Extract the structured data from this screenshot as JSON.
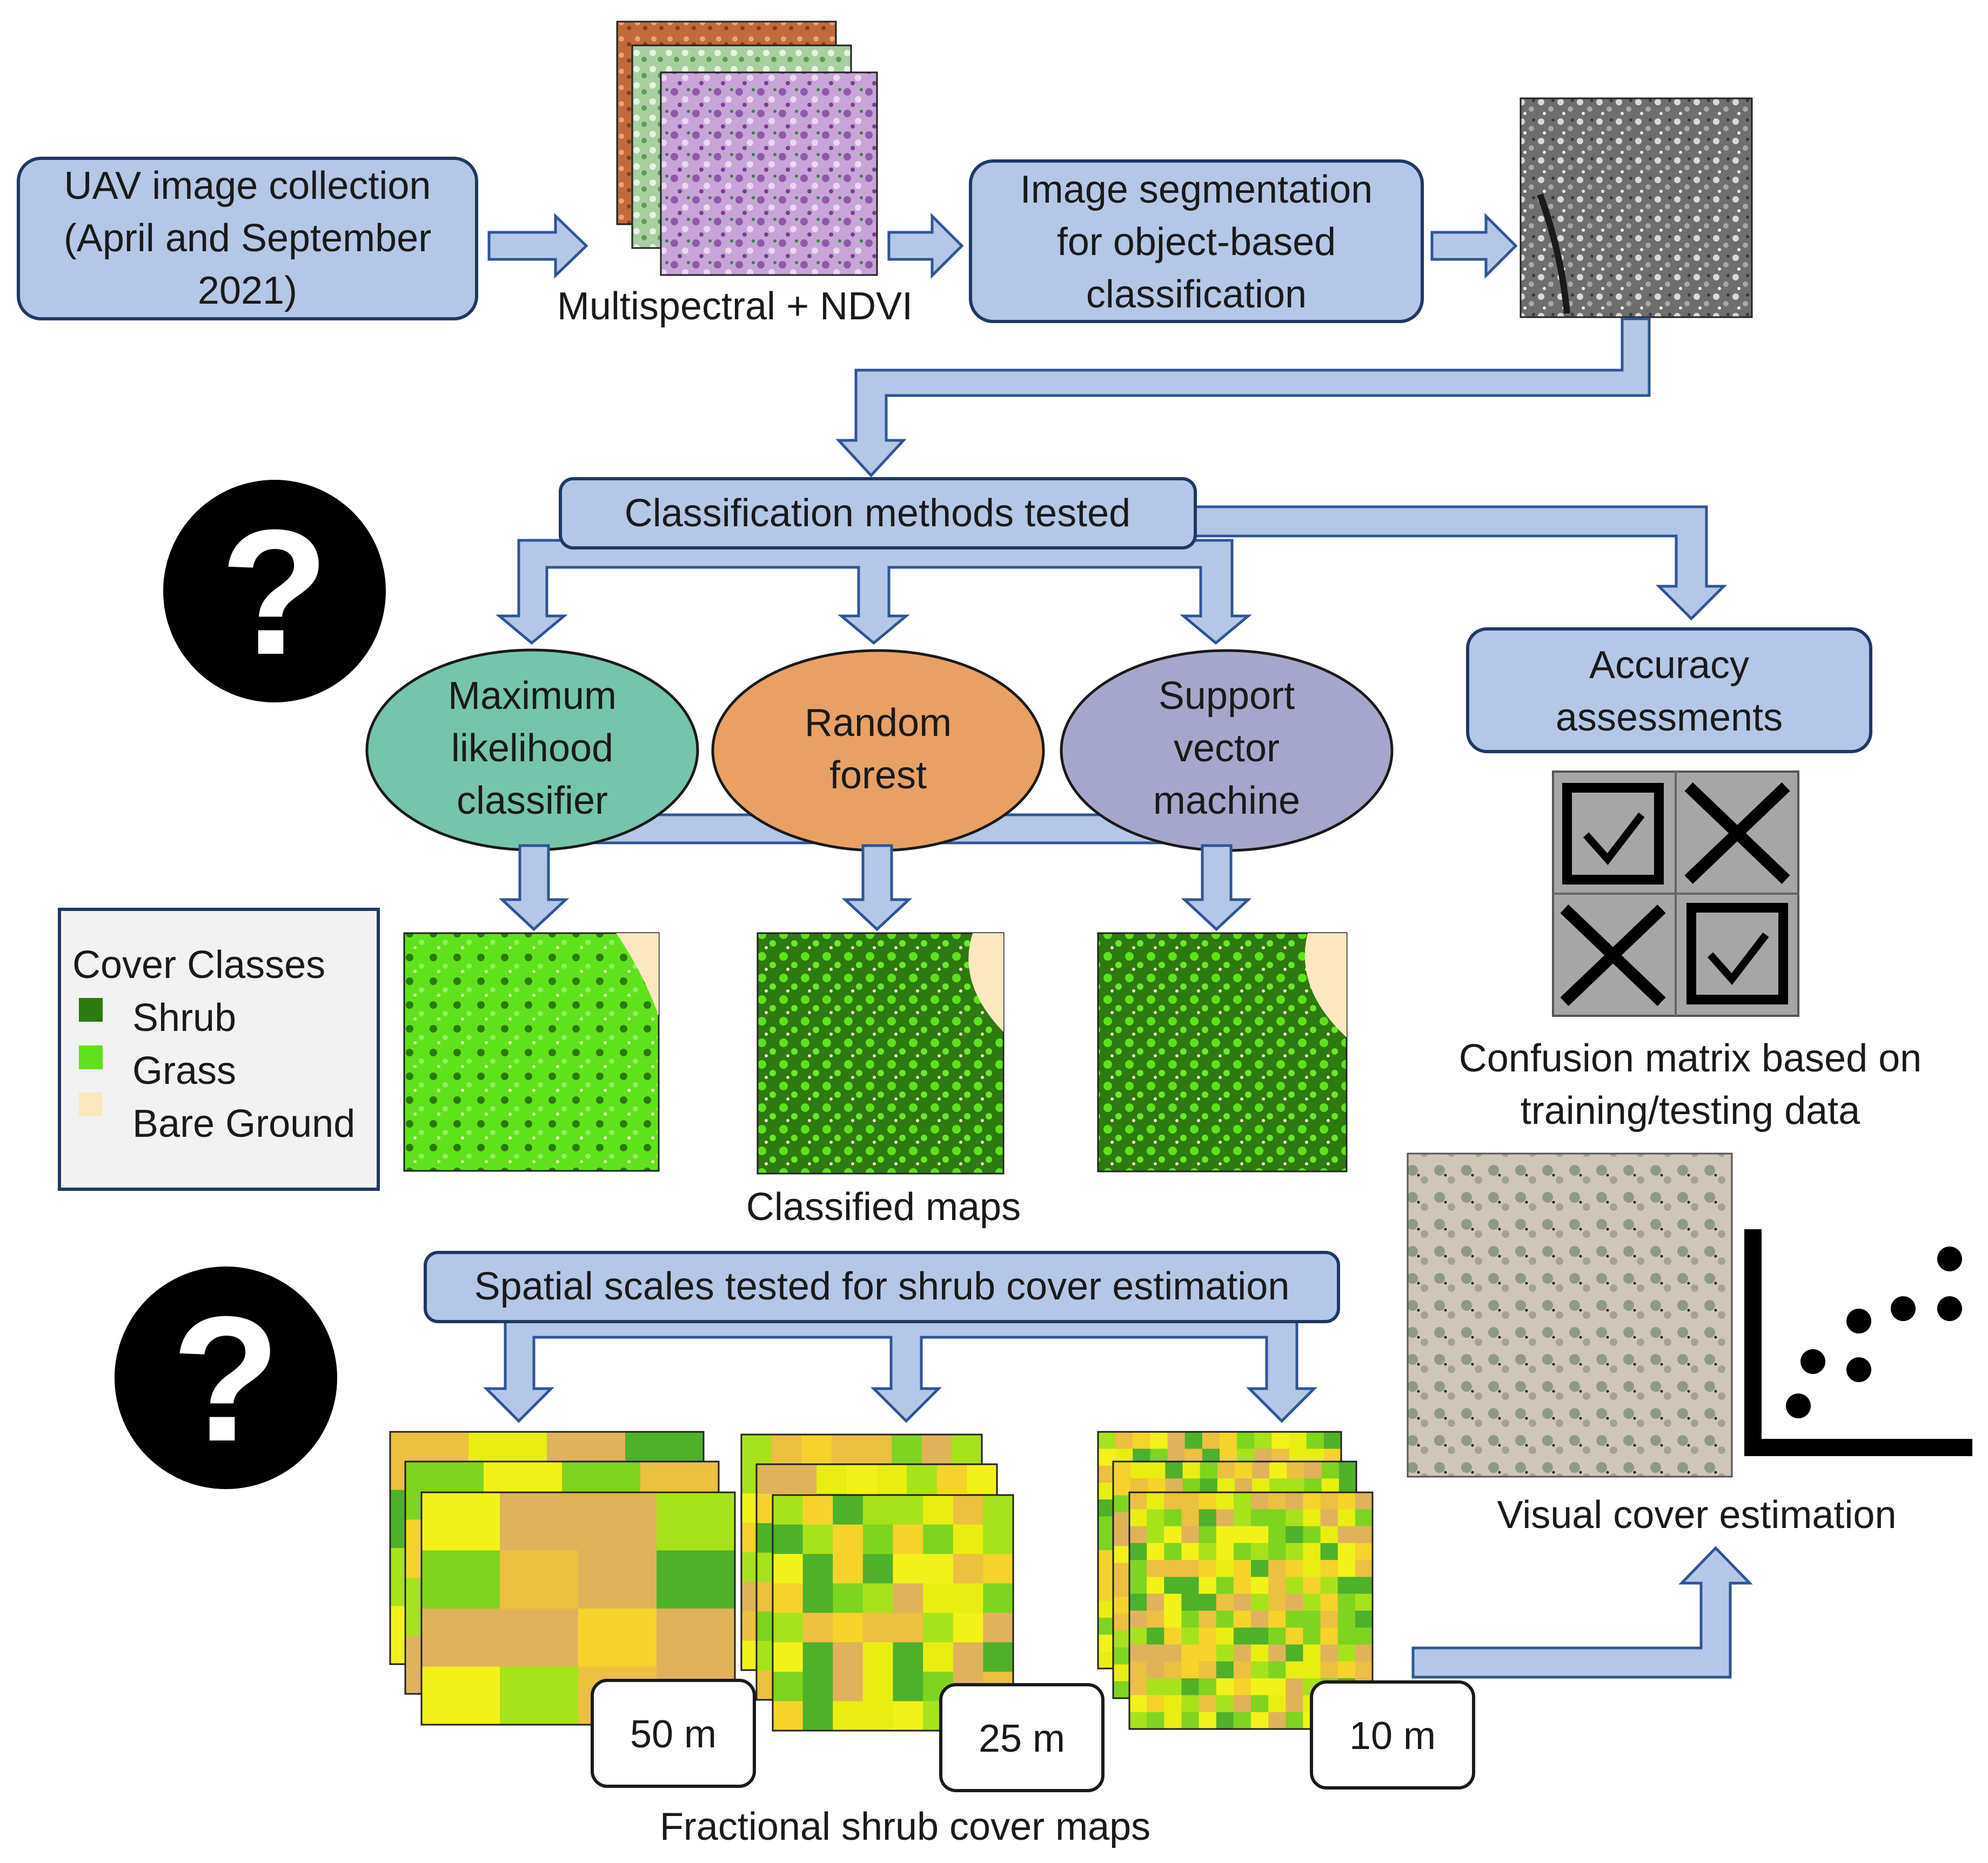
{
  "boxes": {
    "uav": [
      "UAV image collection",
      "(April and September",
      "2021)"
    ],
    "segmentation": [
      "Image segmentation",
      "for object-based",
      "classification"
    ],
    "methods": "Classification methods tested",
    "accuracy": [
      "Accuracy",
      "assessments"
    ],
    "spatial": "Spatial scales tested for shrub cover estimation"
  },
  "classifiers": {
    "mlc": {
      "lines": [
        "Maximum",
        "likelihood",
        "classifier"
      ],
      "color": "#75c4ab"
    },
    "rf": {
      "lines": [
        "Random",
        "forest"
      ],
      "color": "#e8a065"
    },
    "svm": {
      "lines": [
        "Support",
        "vector",
        "machine"
      ],
      "color": "#a6a6cc"
    }
  },
  "captions": {
    "multispectral": "Multispectral + NDVI",
    "classified_maps": "Classified maps",
    "confusion": [
      "Confusion matrix based on",
      "training/testing data"
    ],
    "visual": "Visual cover estimation",
    "fractional": "Fractional shrub cover maps"
  },
  "legend": {
    "title": "Cover Classes",
    "items": [
      {
        "label": "Shrub",
        "color": "#2d7a10"
      },
      {
        "label": "Grass",
        "color": "#5fe21c"
      },
      {
        "label": "Bare Ground",
        "color": "#fbe8c0"
      }
    ]
  },
  "scales": [
    "50 m",
    "25 m",
    "10 m"
  ],
  "icons": {
    "question": "?",
    "question_icon": "question-mark-icon",
    "confusion_icon": "confusion-matrix-icon",
    "scatter_icon": "scatter-plot-icon"
  },
  "colors": {
    "box_fill": "#b4c7e7",
    "box_stroke": "#1f3864",
    "shrub": "#2d7a10",
    "grass": "#5fe21c",
    "bare": "#fbe8c0"
  }
}
